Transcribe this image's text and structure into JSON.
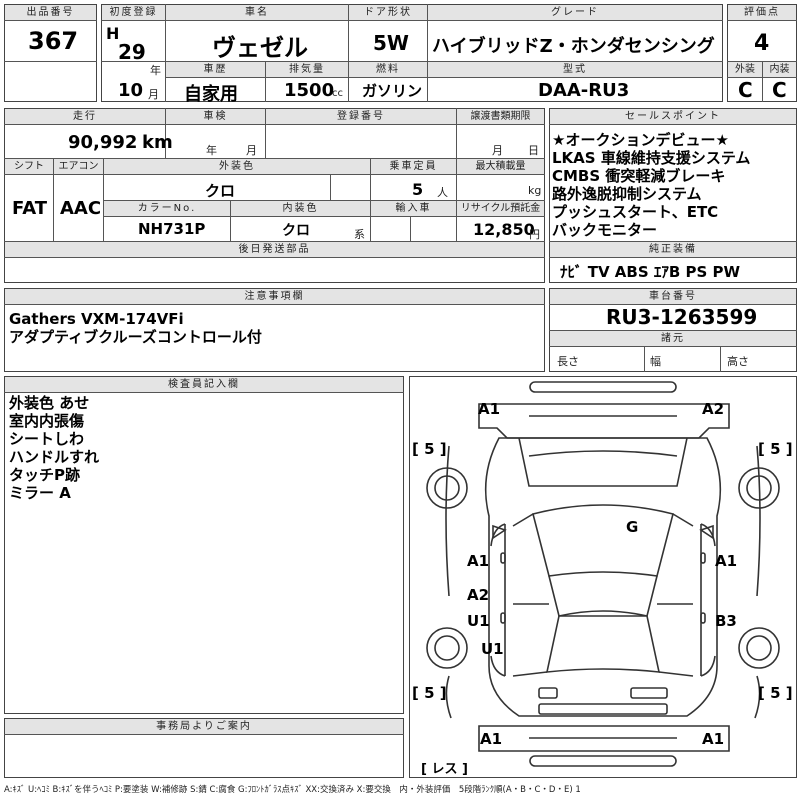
{
  "header": {
    "lot_label": "出品番号",
    "lot": "367",
    "first_reg_label": "初度登録",
    "era": "H",
    "year": "29",
    "year_unit": "年",
    "month": "10",
    "month_unit": "月",
    "name_label": "車名",
    "name": "ヴェゼル",
    "doors_label": "ドア形状",
    "doors": "5W",
    "grade_label": "グレード",
    "grade": "ハイブリッドZ・ホンダセンシング",
    "score_label": "評価点",
    "score": "4",
    "history_label": "車歴",
    "history": "自家用",
    "displacement_label": "排気量",
    "displacement": "1500",
    "displacement_unit": "cc",
    "fuel_label": "燃料",
    "fuel": "ガソリン",
    "model_label": "型式",
    "model": "DAA-RU3",
    "ext_label": "外装",
    "ext": "C",
    "int_label": "内装",
    "int": "C"
  },
  "row2": {
    "mileage_label": "走行",
    "mileage": "90,992",
    "mileage_unit": "km",
    "inspection_label": "車検",
    "insp_year": "年",
    "insp_month": "月",
    "reg_no_label": "登録番号",
    "transfer_label": "譲渡書類期限",
    "transfer_month": "月",
    "transfer_day": "日",
    "shift_label": "シフト",
    "shift": "FAT",
    "ac_label": "エアコン",
    "ac": "AAC",
    "ext_color_label": "外装色",
    "ext_color": "クロ",
    "capacity_label": "乗車定員",
    "capacity": "5",
    "capacity_unit": "人",
    "max_load_label": "最大積載量",
    "max_load_unit": "kg",
    "color_no_label": "カラーNo.",
    "color_no": "NH731P",
    "int_color_label": "内装色",
    "int_color": "クロ",
    "int_color_unit": "系",
    "import_label": "輸入車",
    "recycle_label": "リサイクル預託金",
    "recycle": "12,850",
    "recycle_unit": "円",
    "later_parts_label": "後日発送部品"
  },
  "sales": {
    "label": "セールスポイント",
    "lines": [
      "★オークションデビュー★",
      "LKAS 車線維持支援システム",
      "CMBS 衝突軽減ブレーキ",
      "路外逸脱抑制システム",
      "プッシュスタート、ETC",
      "バックモニター"
    ]
  },
  "equipment": {
    "label": "純正装備",
    "value": "ﾅﾋﾞ TV ABS ｴｱB PS PW"
  },
  "notes": {
    "label": "注意事項欄",
    "lines": [
      "Gathers VXM-174VFi",
      "アダプティブクルーズコントロール付"
    ]
  },
  "chassis": {
    "label": "車台番号",
    "value": "RU3-1263599"
  },
  "dims": {
    "label": "諸元",
    "length": "長さ",
    "width": "幅",
    "height": "高さ"
  },
  "inspector": {
    "label": "検査員記入欄",
    "lines": [
      "外装色 あせ",
      "室内内張傷",
      "シートしわ",
      "ハンドルすれ",
      "タッチP跡",
      "ミラー A"
    ]
  },
  "diagram": {
    "a1_tl": "A1",
    "a2_tr": "A2",
    "g": "G",
    "a1_ml": "A1",
    "a1_mr": "A1",
    "a2_l": "A2",
    "u1_l": "U1",
    "b3_r": "B3",
    "u1_l2": "U1",
    "a1_bl": "A1",
    "a1_br": "A1",
    "tire_tl": "[ 5 ]",
    "tire_tr": "[ 5 ]",
    "tire_bl": "[ 5 ]",
    "tire_br": "[ 5 ]",
    "spare": "[ レス ]"
  },
  "office": {
    "label": "事務局よりご案内"
  },
  "legend": "A:ｷｽﾞ U:ﾍｺﾐ B:ｷｽﾞを伴うﾍｺﾐ P:要塗装 W:補修跡 S:錆 C:腐食 G:ﾌﾛﾝﾄｶﾞﾗｽ点ｷｽﾞ XX:交換済み X:要交換　内・外装評価　5段階ﾗﾝｸ順(A・B・C・D・E) 1"
}
